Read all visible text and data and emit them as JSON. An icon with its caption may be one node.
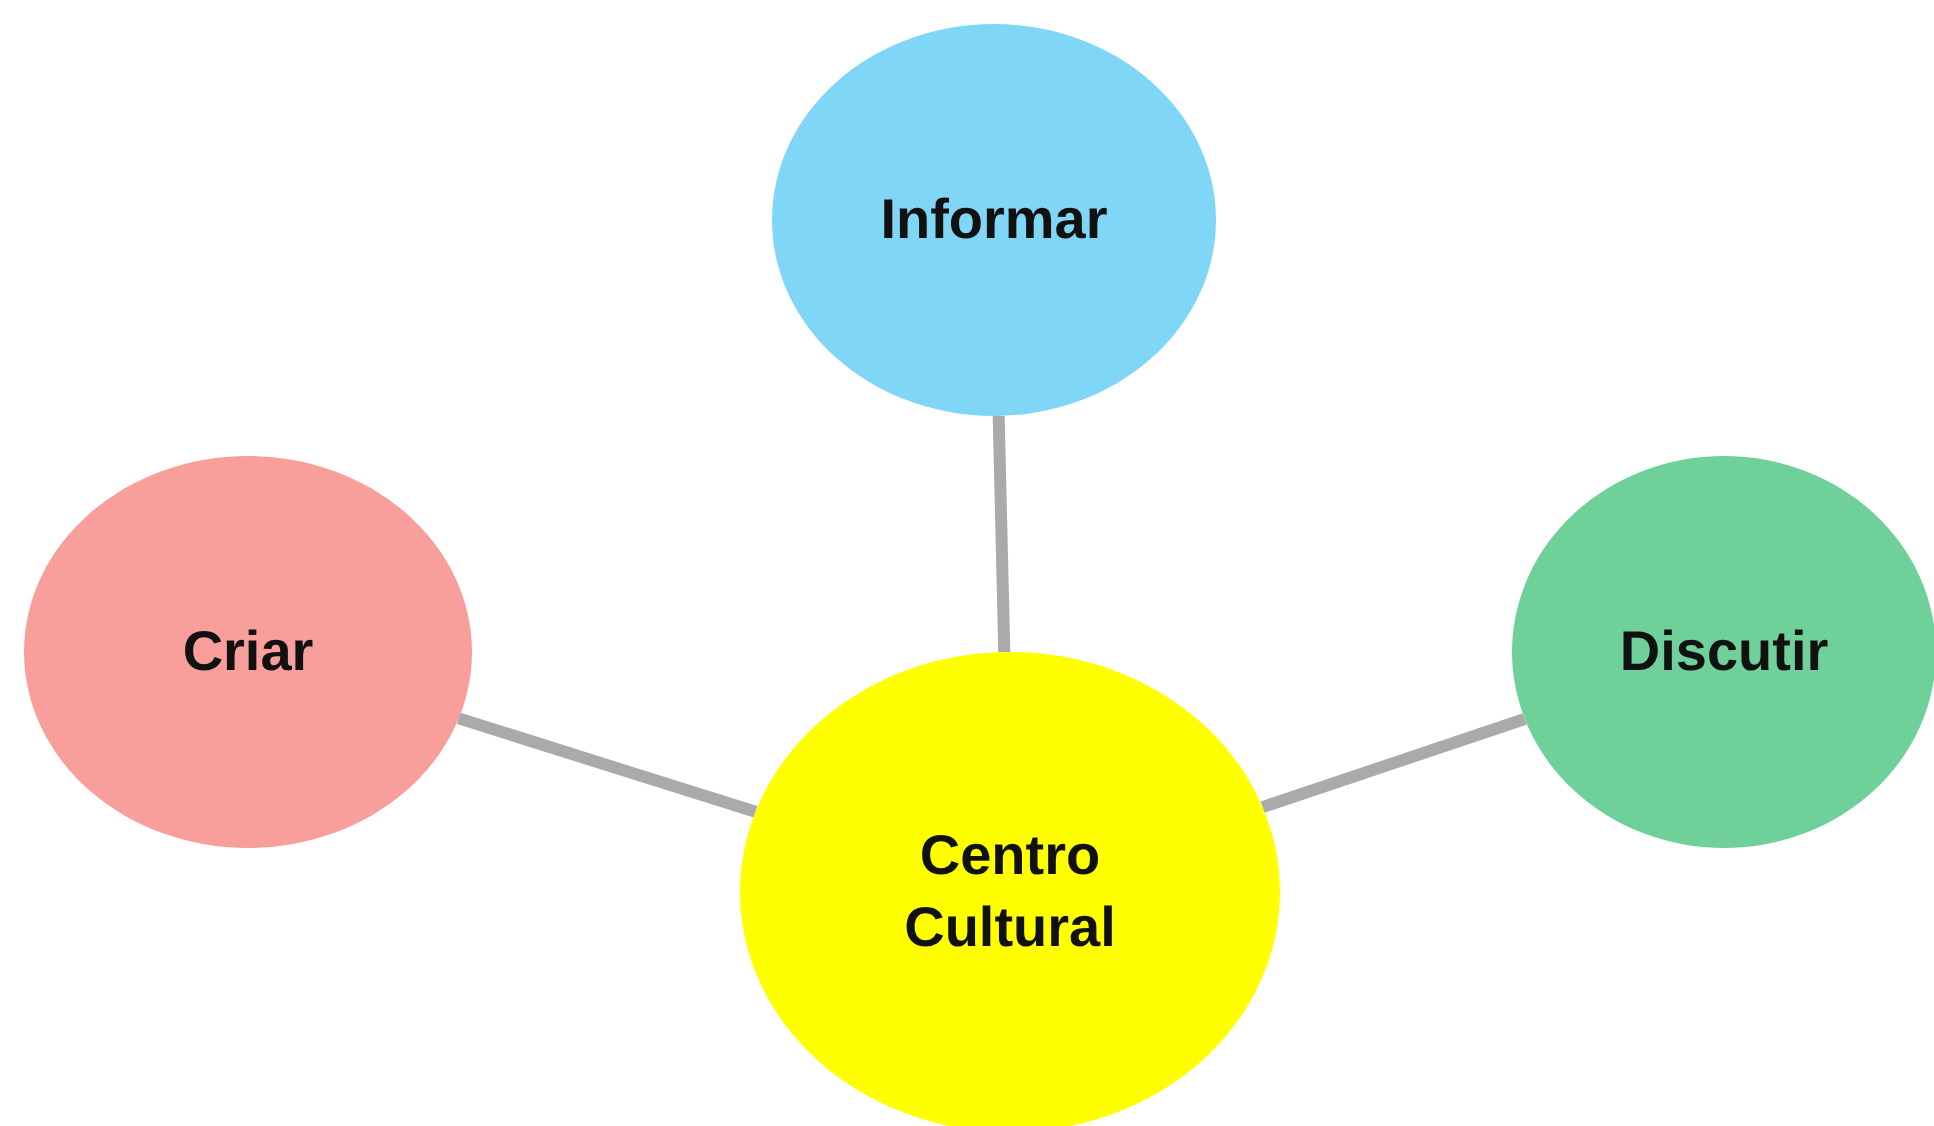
{
  "diagram": {
    "nodes": [
      {
        "text": [
          "Informar"
        ]
      },
      {
        "text": [
          "Criar"
        ]
      },
      {
        "text": [
          "Discutir"
        ]
      },
      {
        "text": [
          "Centro Cultural"
        ]
      }
    ],
    "edges": [
      {
        "from": 3,
        "to": 0,
        "arrow": "none"
      },
      {
        "from": 3,
        "to": 1,
        "arrow": "none"
      },
      {
        "from": 3,
        "to": 2,
        "arrow": "none"
      }
    ]
  }
}
